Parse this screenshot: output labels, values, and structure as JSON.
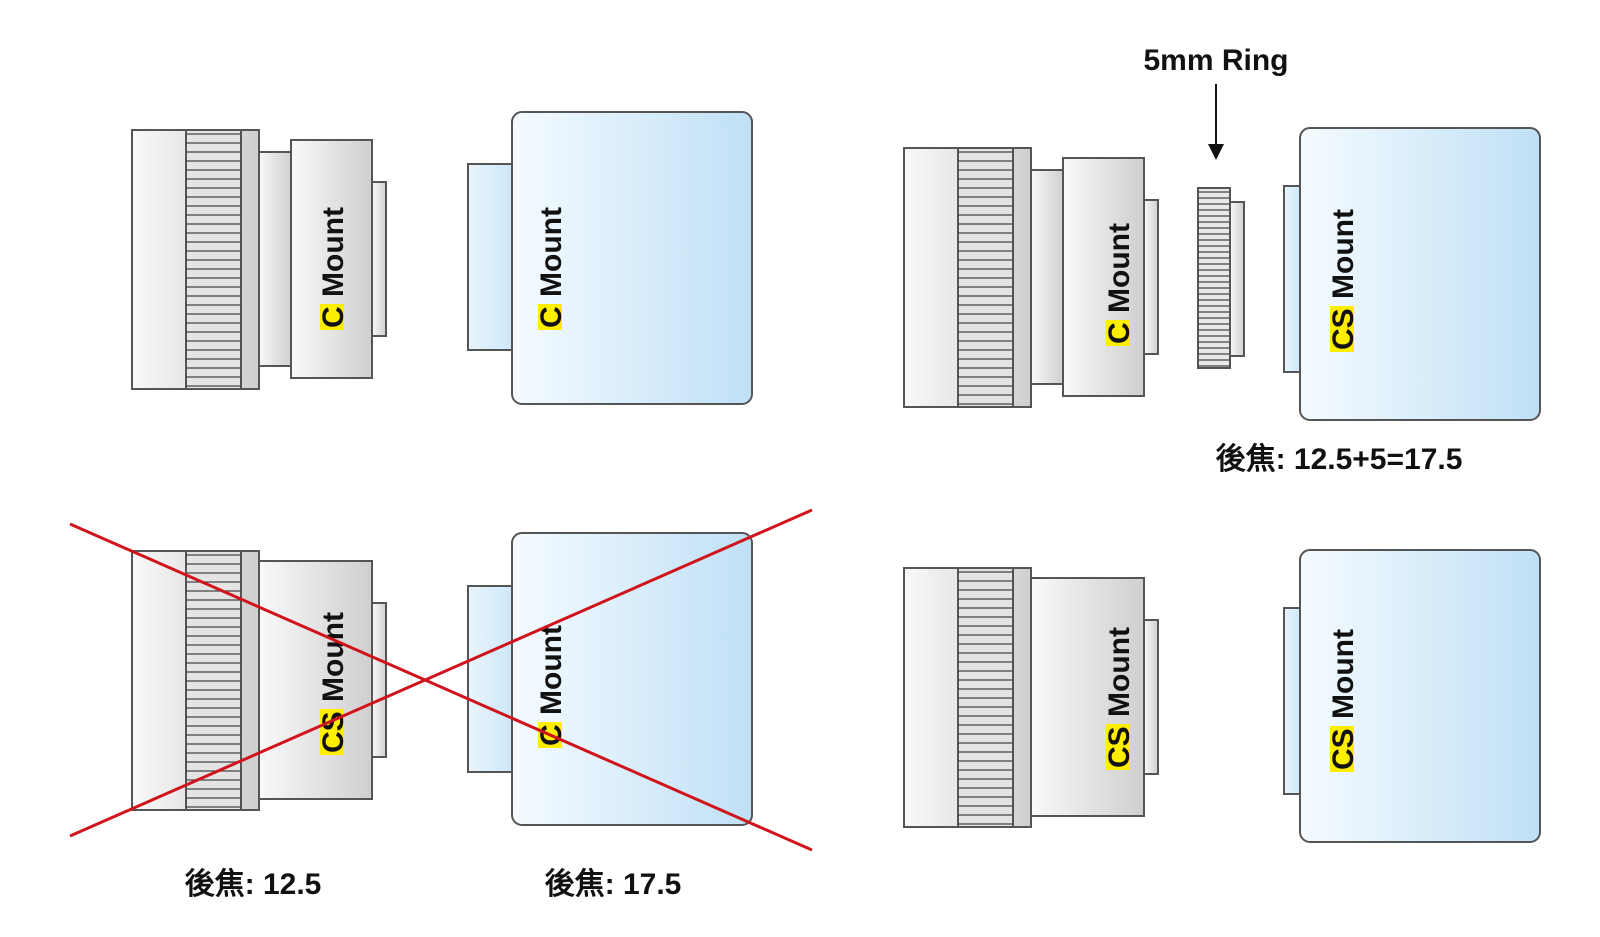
{
  "ring_label": "5mm Ring",
  "labels": {
    "back_focus_cs": "後焦: 12.5",
    "back_focus_c": "後焦: 17.5",
    "back_focus_sum": "後焦: 12.5+5=17.5"
  },
  "mount_tags": {
    "c": "C",
    "cs": "CS",
    "mount_word": "Mount"
  },
  "colors": {
    "highlight": "#ffee00",
    "cross": "#d0141c"
  }
}
